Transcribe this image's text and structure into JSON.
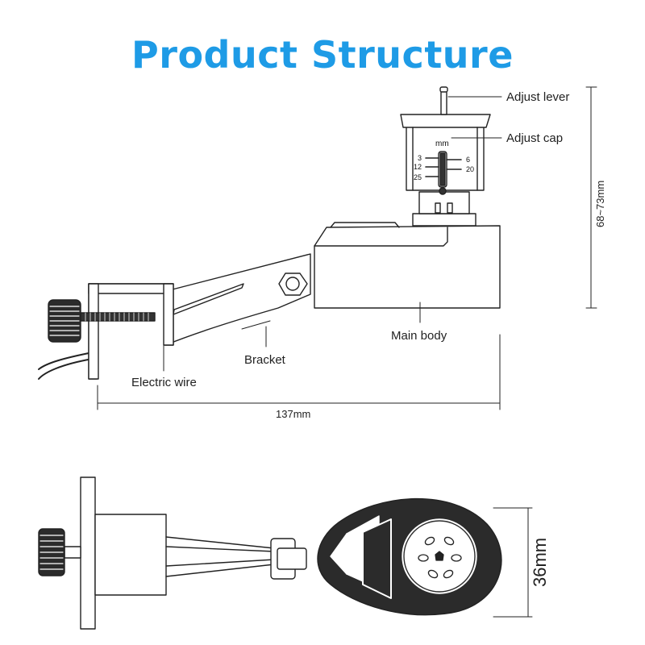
{
  "title": "Product Structure",
  "colors": {
    "title": "#1e9be6",
    "line": "#222222",
    "dark": "#2b2b2b"
  },
  "labels": {
    "adjust_lever": "Adjust lever",
    "adjust_cap": "Adjust  cap",
    "main_body": "Main body",
    "bracket": "Bracket",
    "electric_wire": "Electric wire"
  },
  "scale": {
    "unit": "mm",
    "left": [
      "3",
      "12",
      "25"
    ],
    "right": [
      "6",
      "20"
    ]
  },
  "dimensions": {
    "length": "137mm",
    "height": "68~73mm",
    "width": "36mm"
  }
}
